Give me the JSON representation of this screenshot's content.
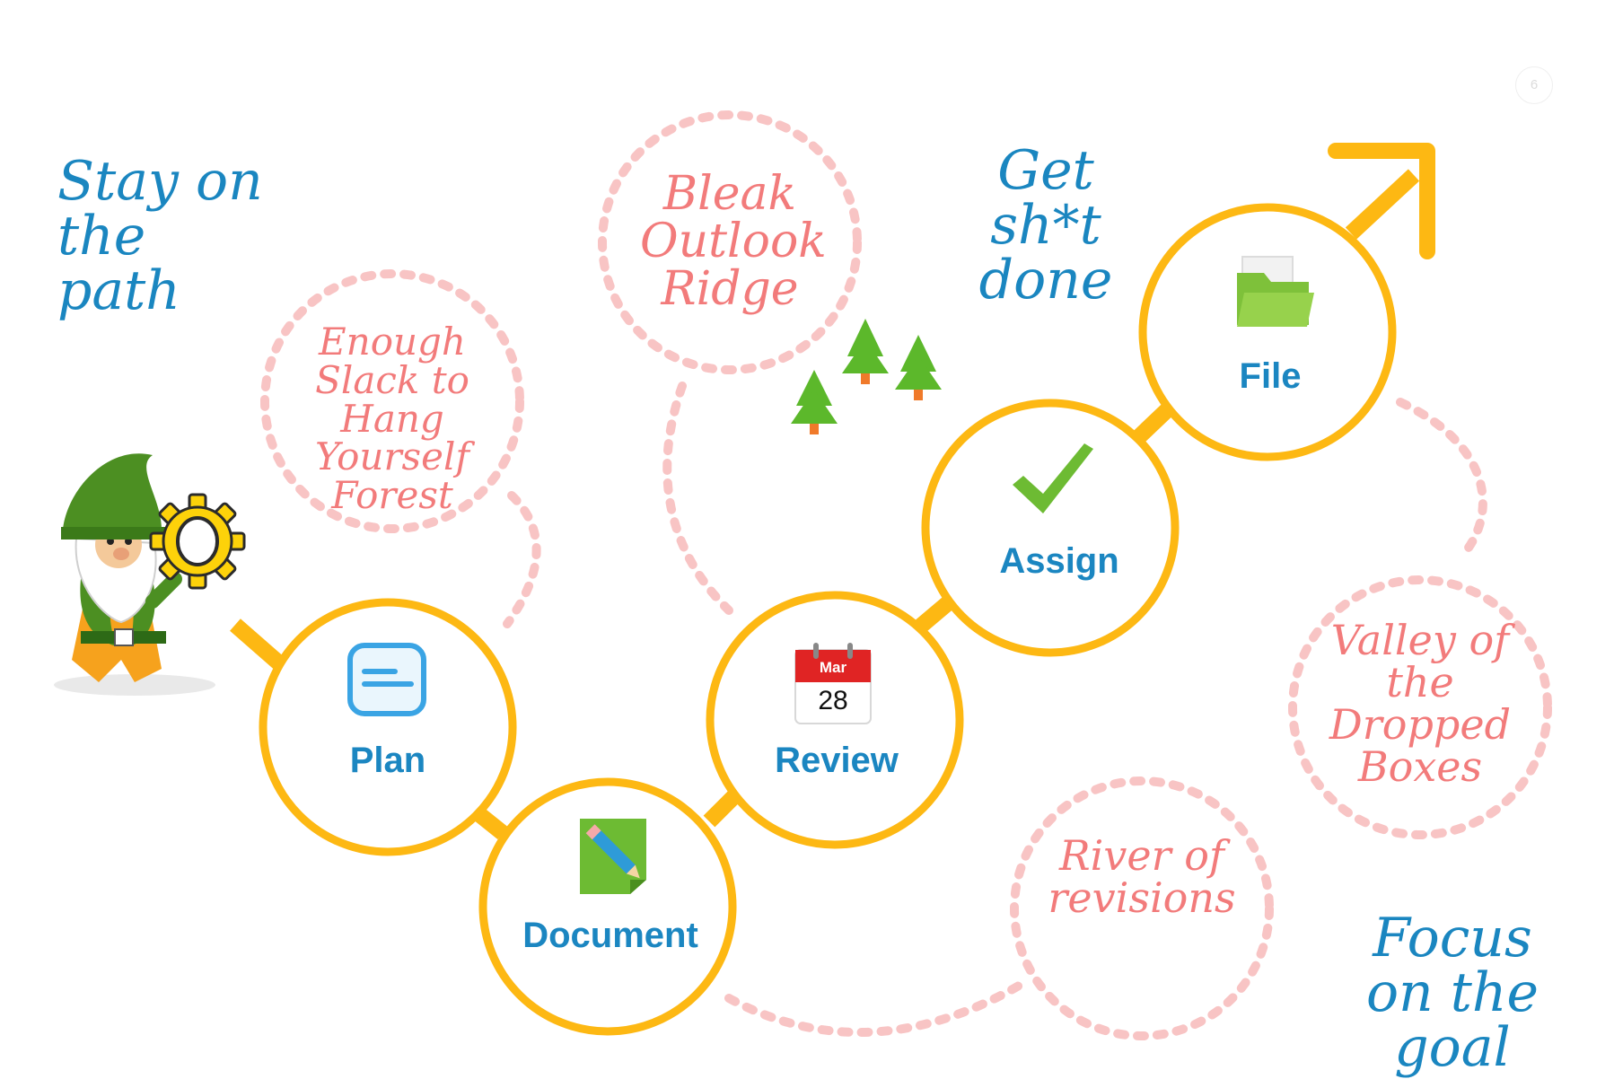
{
  "page_number": "6",
  "headings": {
    "stay": "Stay on the path",
    "get": "Get sh*t done",
    "focus": "Focus on the goal"
  },
  "hazards": {
    "forest": "Enough Slack to Hang Yourself Forest",
    "ridge": "Bleak Outlook Ridge",
    "valley": "Valley of the Dropped Boxes",
    "river": "River of revisions"
  },
  "steps": [
    {
      "label": "Plan"
    },
    {
      "label": "Document"
    },
    {
      "label": "Review"
    },
    {
      "label": "Assign"
    },
    {
      "label": "File"
    }
  ],
  "calendar": {
    "month": "Mar",
    "day": "28"
  },
  "colors": {
    "path": "#fdb813",
    "dotted": "#f8c4c4",
    "heading": "#1a86c0",
    "hazard_text": "#f27b7b",
    "step_text": "#1b86c1",
    "tree": "#5cb82b"
  },
  "icons": [
    "gnome-mascot-icon",
    "gear-icon",
    "plan-note-icon",
    "document-pencil-icon",
    "calendar-icon",
    "checkmark-icon",
    "folder-icon",
    "tree-icon",
    "arrow-up-right-icon"
  ]
}
